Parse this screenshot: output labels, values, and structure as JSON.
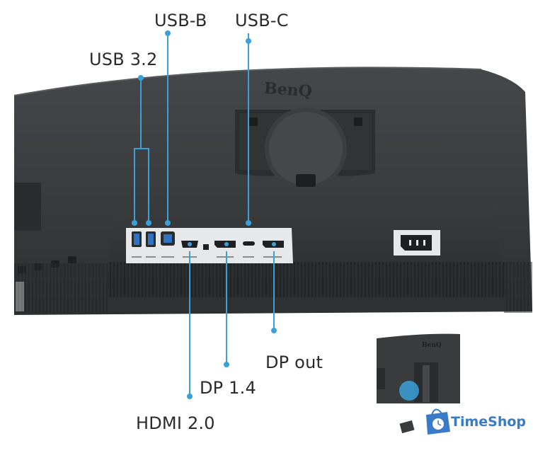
{
  "labels": {
    "usb_b": "USB-B",
    "usb_c": "USB-C",
    "usb_32": "USB 3.2",
    "dp_out": "DP out",
    "dp_14": "DP 1.4",
    "hdmi": "HDMI 2.0"
  },
  "logo_text": "BenQ",
  "inset_logo_text": "BenQ",
  "watermark": {
    "text": "TimeShop",
    "icon": "shopping-bag-clock-icon"
  },
  "colors": {
    "callout": "#3aa0d8",
    "body_dark": "#3b3c3e",
    "panel": "#e9ebec",
    "brand": "#3a7bc8"
  }
}
